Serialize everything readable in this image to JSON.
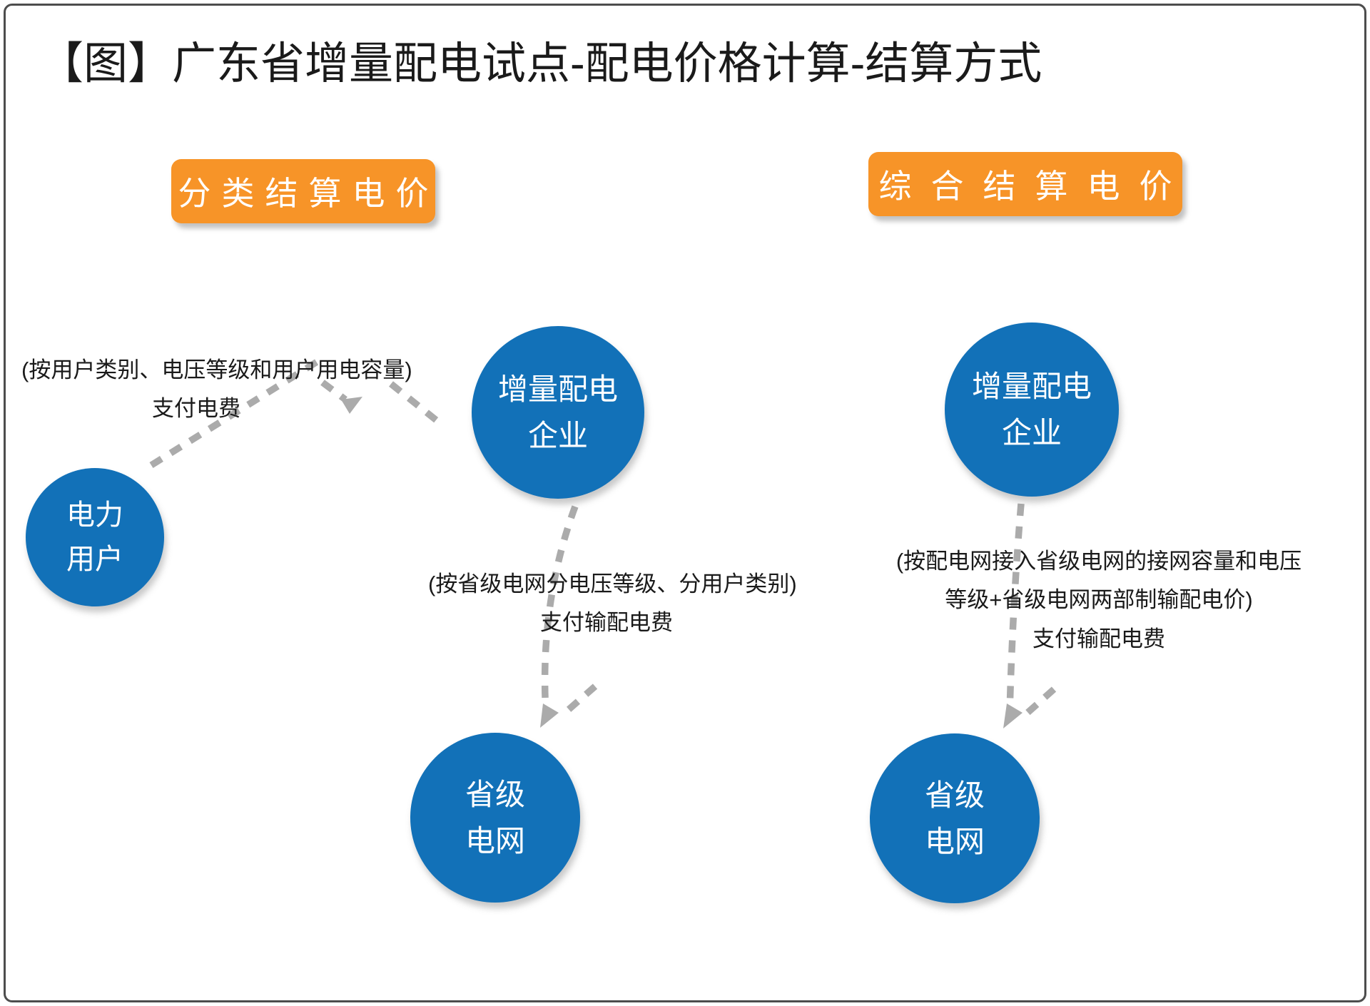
{
  "title": "【图】广东省增量配电试点-配电价格计算-结算方式",
  "colors": {
    "node_blue": "#1271B8",
    "header_orange": "#F79428",
    "connector_gray": "#ABABAB",
    "text_black": "#1A1A1A"
  },
  "classified": {
    "header": "分类结算电价",
    "nodes": {
      "power_user": {
        "line1": "电力",
        "line2": "用户"
      },
      "incremental": {
        "line1": "增量配电",
        "line2": "企业"
      },
      "provincial": {
        "line1": "省级",
        "line2": "电网"
      }
    },
    "pay_fee_note": {
      "line1": "(按用户类别、电压等级和用户用电容量)",
      "line2": "支付电费"
    },
    "transmission_note": {
      "line1": "(按省级电网分电压等级、分用户类别)",
      "line2": "支付输配电费"
    }
  },
  "comprehensive": {
    "header": "综合结算电价",
    "nodes": {
      "incremental": {
        "line1": "增量配电",
        "line2": "企业"
      },
      "provincial": {
        "line1": "省级",
        "line2": "电网"
      }
    },
    "transmission_note": {
      "line1": "(按配电网接入省级电网的接网容量和电压",
      "line2": "等级+省级电网两部制输配电价)",
      "line3": "支付输配电费"
    }
  }
}
